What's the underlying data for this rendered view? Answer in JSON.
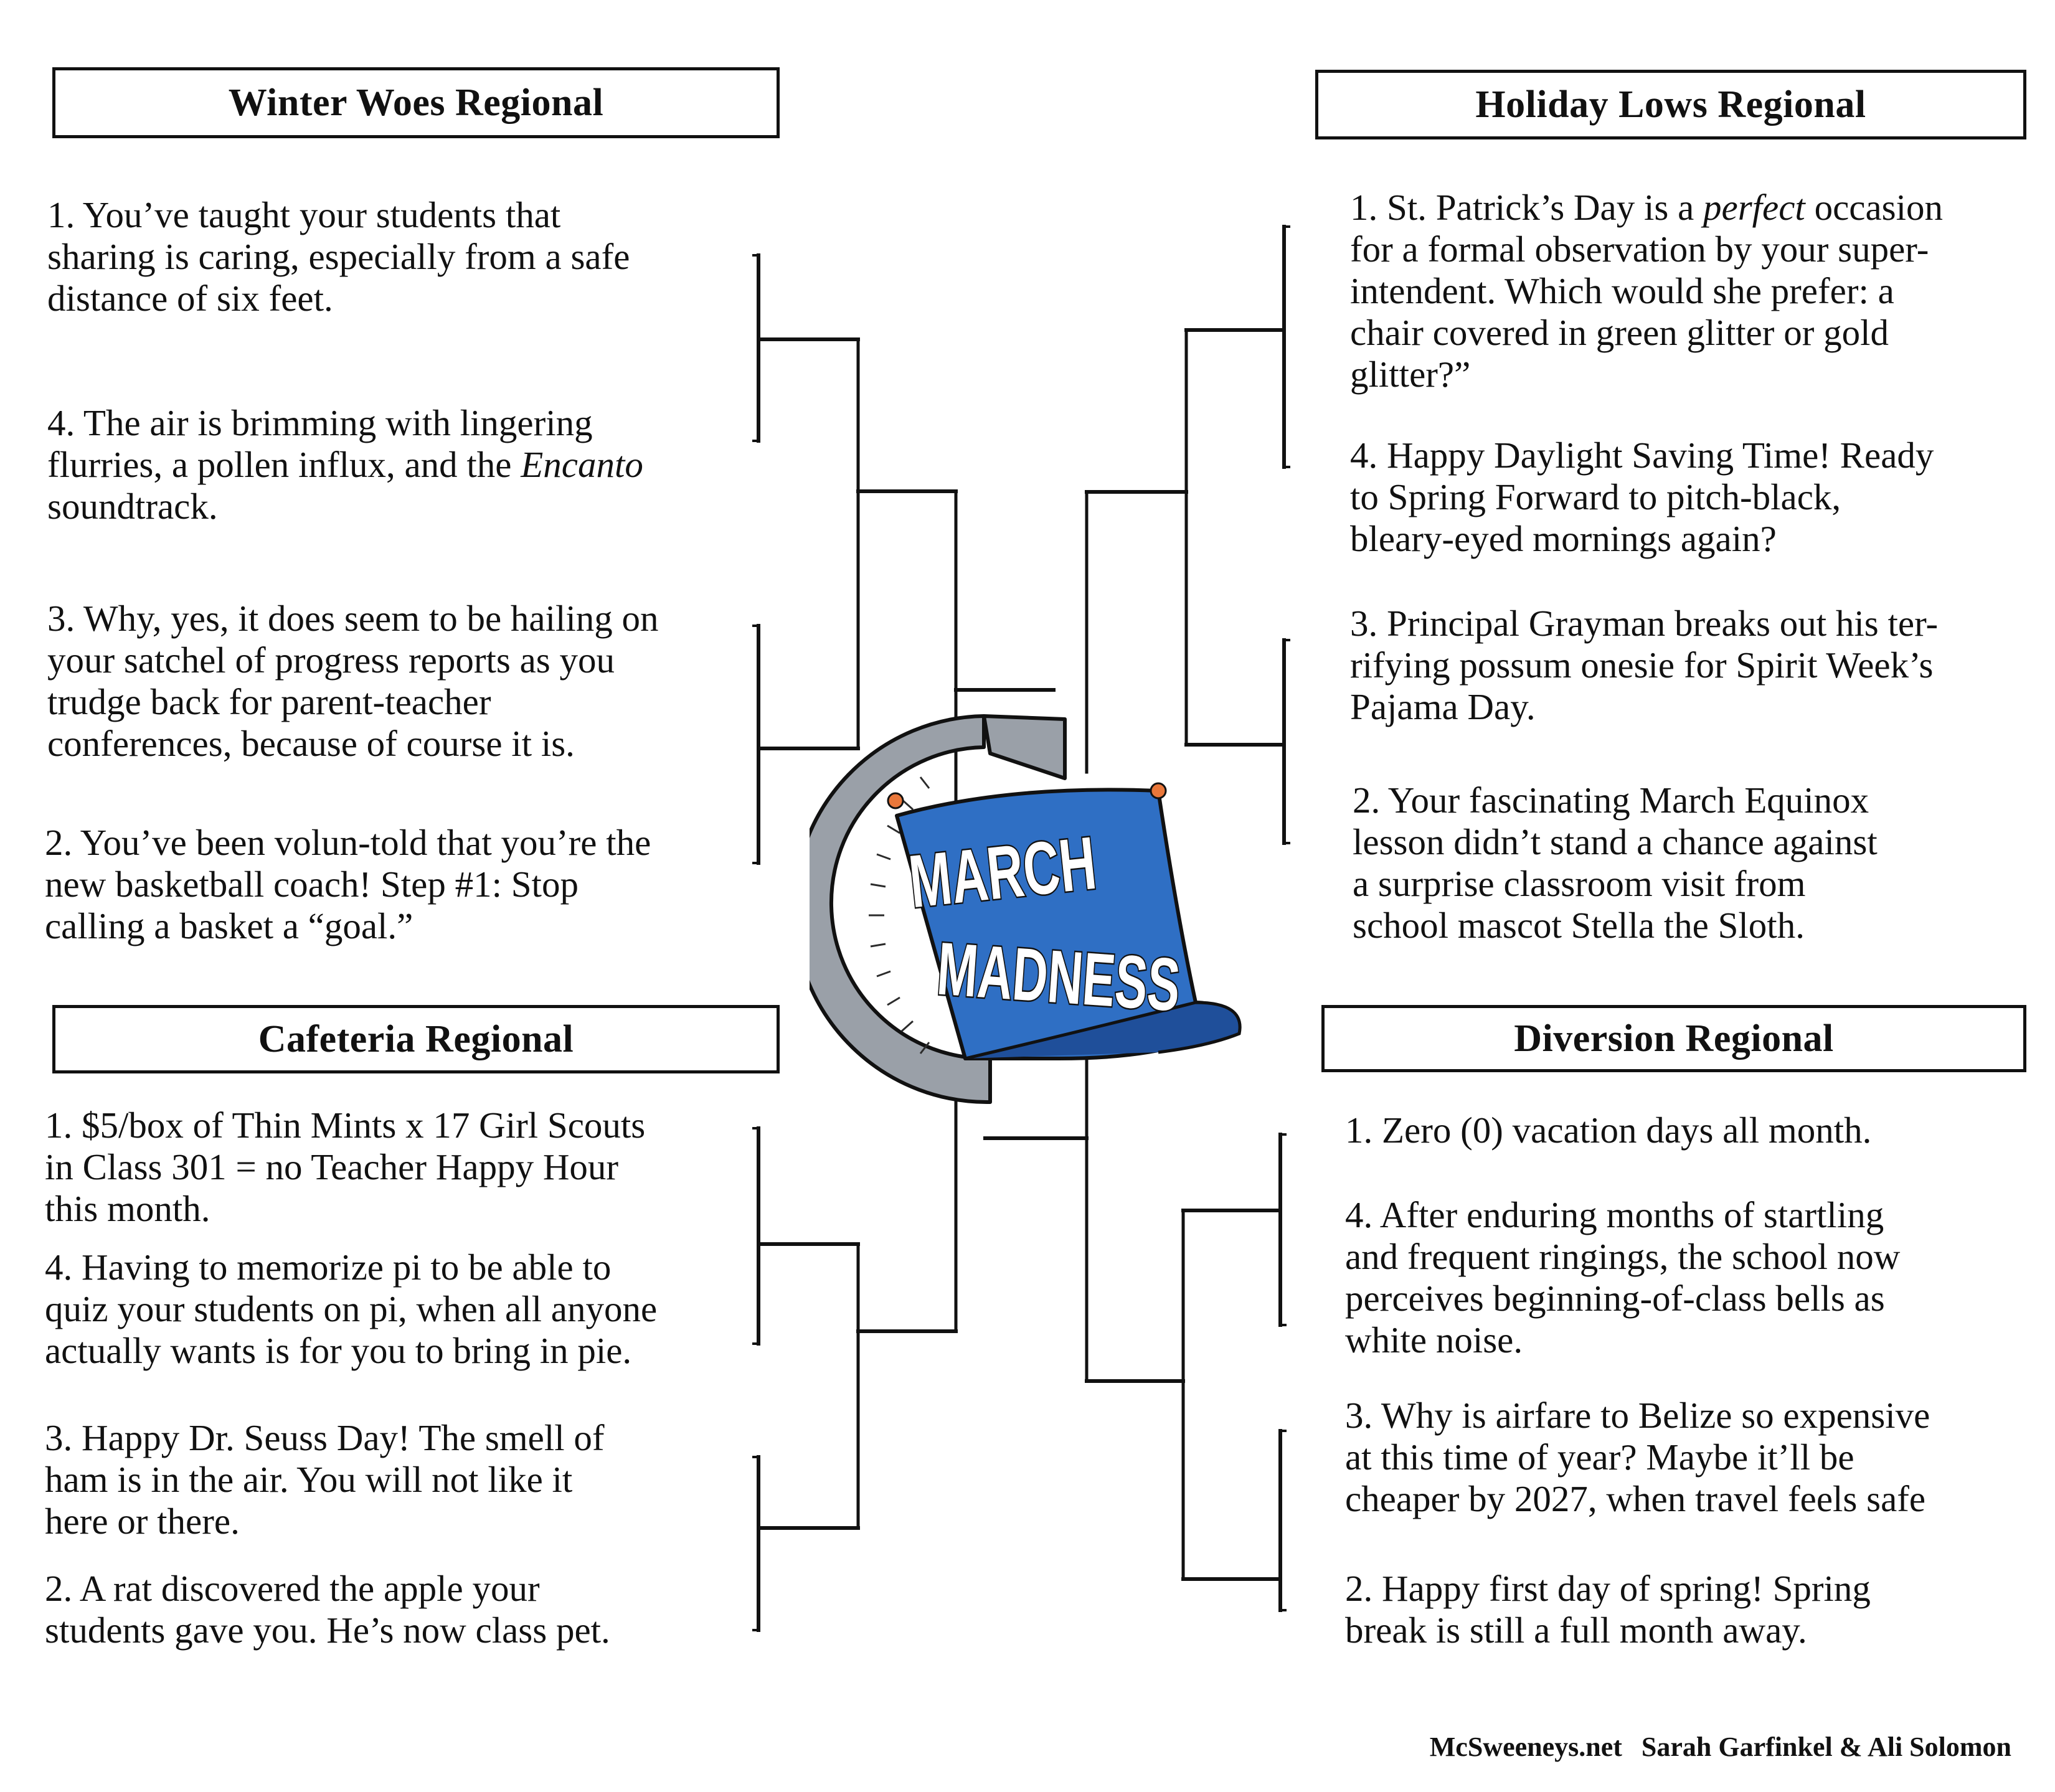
{
  "regions": {
    "winter": {
      "title": "Winter Woes Regional",
      "entries": [
        "1. You’ve taught your students that\nsharing is caring, especially from a safe\ndistance of six feet.",
        "4. The air is brimming with lingering\nflurries, a pollen influx, and the Encanto\nsoundtrack.",
        "3. Why, yes, it does seem to be hailing on\nyour satchel of progress reports as you\ntrudge back for parent-teacher\nconferences, because of course it is.",
        "2. You’ve been volun-told that you’re the\nnew basketball coach! Step #1: Stop\ncalling a basket a “goal.”"
      ]
    },
    "holiday": {
      "title": "Holiday Lows Regional",
      "entries": [
        "1. St. Patrick’s Day is a perfect occasion\nfor a formal observation by your super-\nintendent. Which would she prefer: a\nchair covered in green glitter or gold\nglitter?”",
        "4. Happy Daylight Saving Time! Ready\nto Spring Forward to pitch-black,\nbleary-eyed  mornings again?",
        "3. Principal Grayman breaks out his ter-\nrifying possum onesie for Spirit Week’s\nPajama Day.",
        "2. Your fascinating March Equinox\nlesson didn’t stand a chance against\na surprise classroom visit from\nschool mascot Stella the Sloth."
      ]
    },
    "cafeteria": {
      "title": "Cafeteria Regional",
      "entries": [
        "1. $5/box of Thin Mints x 17 Girl Scouts\nin Class 301 = no Teacher Happy Hour\nthis month.",
        "4. Having to memorize pi to be able to\nquiz your students on pi, when all anyone\nactually wants is for you to bring in pie.",
        "3. Happy Dr. Seuss Day! The smell of\nham is in the air. You will not like it\nhere or there.",
        "2. A rat discovered the apple your\nstudents gave you. He’s now class pet."
      ]
    },
    "diversion": {
      "title": "Diversion Regional",
      "entries": [
        "1. Zero (0) vacation days all month.",
        "4. After enduring months of startling\nand frequent ringings, the school now\nperceives beginning-of-class bells as\nwhite noise.",
        "3. Why is airfare to Belize so expensive\nat this time of year? Maybe it’ll be\ncheaper by 2027, when travel feels safe",
        "2. Happy first day of spring! Spring\nbreak is still a full month away."
      ]
    }
  },
  "logo": {
    "line1": "MARCH",
    "line2": "MADNESS",
    "icon": "protractor-and-pinned-banner",
    "banner_color": "#2f6fc4",
    "protractor_color": "#9aa0a8"
  },
  "credit": {
    "site": "McSweeneys.net",
    "authors": "Sarah Garfinkel & Ali Solomon"
  },
  "colors": {
    "ink": "#111111",
    "background": "#ffffff"
  }
}
